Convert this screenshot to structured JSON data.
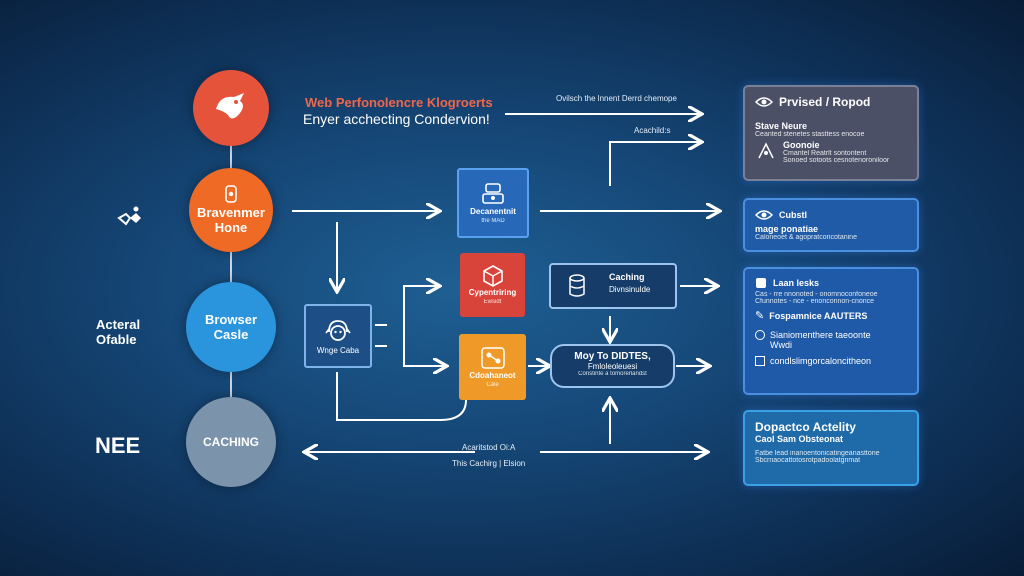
{
  "header": {
    "title": "Web Perfonolencre Klogroerts",
    "subtitle": "Enyer acchecting Condervion!"
  },
  "left_labels": {
    "label_1": "Acteral",
    "label_2": "Ofable",
    "label_3": "NEE"
  },
  "circles": [
    {
      "label": "",
      "icon": "bird-icon",
      "color": "#e5543a"
    },
    {
      "label": "Bravenmer Hone",
      "icon": "phone-icon",
      "color": "#ef6a24"
    },
    {
      "label": "Browser Casle",
      "icon": "",
      "color": "#2a94dd"
    },
    {
      "label": "CACHING",
      "icon": "",
      "color": "#7c93ac"
    }
  ],
  "arrow_labels": {
    "top_right": "Ovilsch the lnnent Derrd chemope",
    "top_mid": "Acachild:s",
    "bottom_1": "Acaritstod Oi:A",
    "bottom_2": "This Cachirg | Elsion"
  },
  "nodes": {
    "blue": {
      "title": "Decanentnit",
      "sub": "the MAD",
      "color": "#2768b8",
      "icon": "server-icon"
    },
    "red": {
      "title": "Cypentriring",
      "sub": "Ewsidt",
      "color": "#d8443a",
      "icon": "cube-icon"
    },
    "orange": {
      "title": "Cdoahaneot",
      "sub": "Cale",
      "color": "#ef9a28",
      "icon": "network-icon"
    },
    "browser": {
      "title": "Wnge Caba",
      "icon": "browser-face-icon"
    },
    "caching": {
      "title": "Caching",
      "sub": "Divnsinulde",
      "icon": "database-icon"
    },
    "process": {
      "title": "Moy To DIDTES,",
      "sub": "Fmloleoleuesi",
      "sub2": "Constinte a tomorerlandst"
    }
  },
  "panels": [
    {
      "header": "Prvised / Ropod",
      "icon": "eye-icon",
      "color": "#4b5066",
      "items": [
        {
          "title": "Stave Neure",
          "text": "Ceanted stenetes stasttess enocoe"
        },
        {
          "title": "Goonoie",
          "text": "Cmantel Reatrlt sontontent"
        },
        {
          "title": "",
          "text": "Sonoed sotoots cesnotenoroniloor"
        }
      ]
    },
    {
      "header": "Cubstl",
      "icon": "eye-icon",
      "color": "#1f5ba6",
      "items": [
        {
          "title": "mage ponatiae",
          "text": "Caloneoet & agopratconcotanine"
        }
      ]
    },
    {
      "header": "Laan lesks",
      "icon": "layers-icon",
      "color": "#1e5aa8",
      "items": [
        {
          "title": "",
          "text": "Cas - rre nnonoted - onomnoconfoneoe"
        },
        {
          "title": "",
          "text": "Cfunnotes - nce - enonconnon-cnonce"
        },
        {
          "title": "Fospamnice AAUTERS",
          "text": "",
          "icon": "edit-icon"
        },
        {
          "title": "Sianiomenthere taeoonte",
          "text": "",
          "icon": "circle-icon"
        },
        {
          "title": "Wwdi",
          "text": ""
        },
        {
          "title": "condlslimgorcaloncitheon",
          "text": "",
          "icon": "square-icon"
        }
      ]
    },
    {
      "header": "Dopactco Actelity",
      "sub": "Caol Sam Obsteonat",
      "color": "#1f6aa8",
      "items": [
        {
          "title": "",
          "text": "Fatbe lead inanoentonicatingeanasttone"
        },
        {
          "title": "",
          "text": "Sbcrnaocattotosrotpadoolatgnmat"
        }
      ]
    }
  ]
}
